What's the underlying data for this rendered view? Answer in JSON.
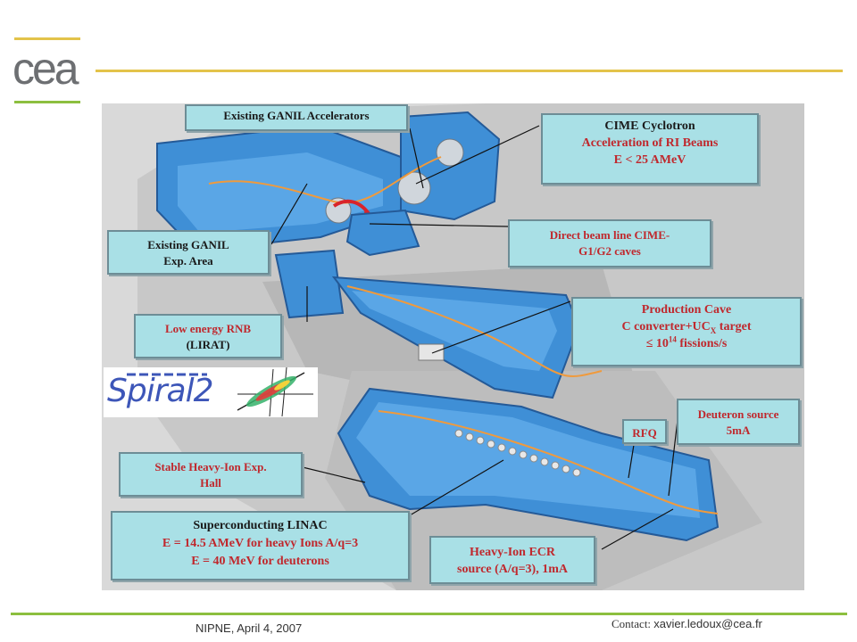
{
  "header": {
    "logo_text": "cea"
  },
  "callouts": {
    "existing_accelerators": "Existing GANIL Accelerators",
    "cime_title": "CIME Cyclotron",
    "cime_line1": "Acceleration of RI Beams",
    "cime_line2": "E < 25 AMeV",
    "existing_exp_area_line1": "Existing GANIL",
    "existing_exp_area_line2": "Exp. Area",
    "direct_beam_line1": "Direct beam line CIME-",
    "direct_beam_line2": "G1/G2 caves",
    "low_energy_line1": "Low energy RNB",
    "low_energy_line2": "(LIRAT)",
    "production_title": "Production Cave",
    "production_line1_a": "C converter+UC",
    "production_line1_sub": "X",
    "production_line1_b": " target",
    "production_line2_a": "≤ 10",
    "production_line2_sup": "14",
    "production_line2_b": " fissions/s",
    "rfq": "RFQ",
    "deuteron_line1": "Deuteron source",
    "deuteron_line2": "5mA",
    "stable_line1": "Stable Heavy-Ion Exp.",
    "stable_line2": "Hall",
    "linac_title": "Superconducting LINAC",
    "linac_line1": "E = 14.5 AMeV  for heavy Ions A/q=3",
    "linac_line2": "E = 40 MeV  for deuterons",
    "ecr_line1": "Heavy-Ion ECR",
    "ecr_line2": "source (A/q=3), 1mA"
  },
  "spiral_logo": {
    "text": "Spiral2"
  },
  "footer": {
    "date": "NIPNE, April 4, 2007",
    "contact_label": "Contact: ",
    "contact_email": "xavier.ledoux@cea.fr"
  },
  "colors": {
    "gold_rule": "#e3c34a",
    "green_rule": "#8cbf3f",
    "callout_bg": "#a9e0e6",
    "callout_red": "#c0282d",
    "building_blue": "#3f8fd6"
  }
}
